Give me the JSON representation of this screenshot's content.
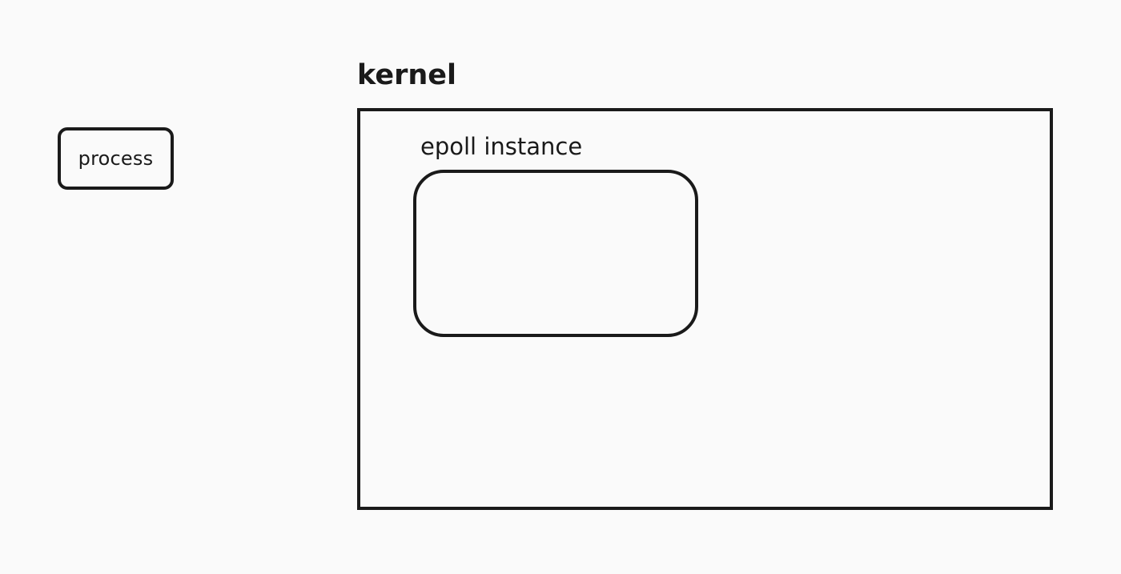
{
  "process": {
    "label": "process"
  },
  "kernel": {
    "title": "kernel",
    "epoll": {
      "title": "epoll instance"
    }
  },
  "colors": {
    "background": "#fafafa",
    "stroke": "#1a1a1a",
    "text": "#1a1a1a"
  }
}
